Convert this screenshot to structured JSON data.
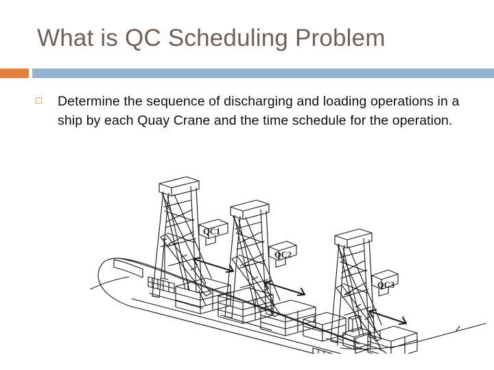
{
  "slide": {
    "title": "What is QC  Scheduling Problem",
    "title_color": "#6e6058",
    "background_color": "#ffffff"
  },
  "divider": {
    "accent_color": "#e2803f",
    "bar_color": "#92b3d1"
  },
  "body": {
    "bullets": [
      {
        "marker": "hollow-square",
        "marker_color": "#e8a877",
        "text": " Determine the sequence of discharging and loading operations in a ship by each Quay Crane and the time schedule for the operation."
      }
    ]
  },
  "figure": {
    "name": "container-ship-with-quay-cranes-diagram",
    "style": "black-and-white-line-drawing",
    "stroke_color": "#1a1a1a",
    "cranes": [
      {
        "label": "QC1",
        "arrow": "double-headed-horizontal"
      },
      {
        "label": "QC2",
        "arrow": "double-headed-horizontal"
      },
      {
        "label": "QC3",
        "arrow": "double-headed-horizontal"
      }
    ],
    "ship": {
      "description": "container vessel in three-quarter perspective view with bow at left, mast, stacked container rows on deck and deckhouse near stern"
    }
  }
}
